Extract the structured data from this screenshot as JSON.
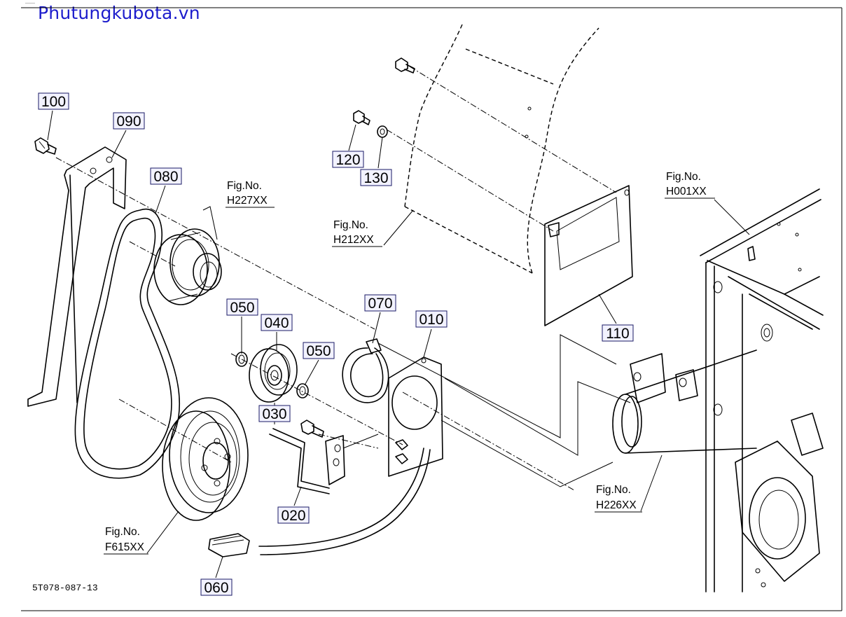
{
  "watermark": "Phutungkubota.vn",
  "drawing_code": "5T078-087-13",
  "callouts": {
    "c100": "100",
    "c090": "090",
    "c080": "080",
    "c050a": "050",
    "c040": "040",
    "c050b": "050",
    "c070": "070",
    "c010": "010",
    "c030": "030",
    "c020": "020",
    "c060": "060",
    "c120": "120",
    "c130": "130",
    "c110": "110"
  },
  "fig_refs": {
    "h227": {
      "label": "Fig.No.",
      "code": "H227XX"
    },
    "h212": {
      "label": "Fig.No.",
      "code": "H212XX"
    },
    "h001": {
      "label": "Fig.No.",
      "code": "H001XX"
    },
    "h226": {
      "label": "Fig.No.",
      "code": "H226XX"
    },
    "f615": {
      "label": "Fig.No.",
      "code": "F615XX"
    }
  },
  "colors": {
    "watermark": "#1d1dcc",
    "callout_fill": "#f2f2ff",
    "callout_border": "#1a1a66",
    "line": "#000000"
  }
}
